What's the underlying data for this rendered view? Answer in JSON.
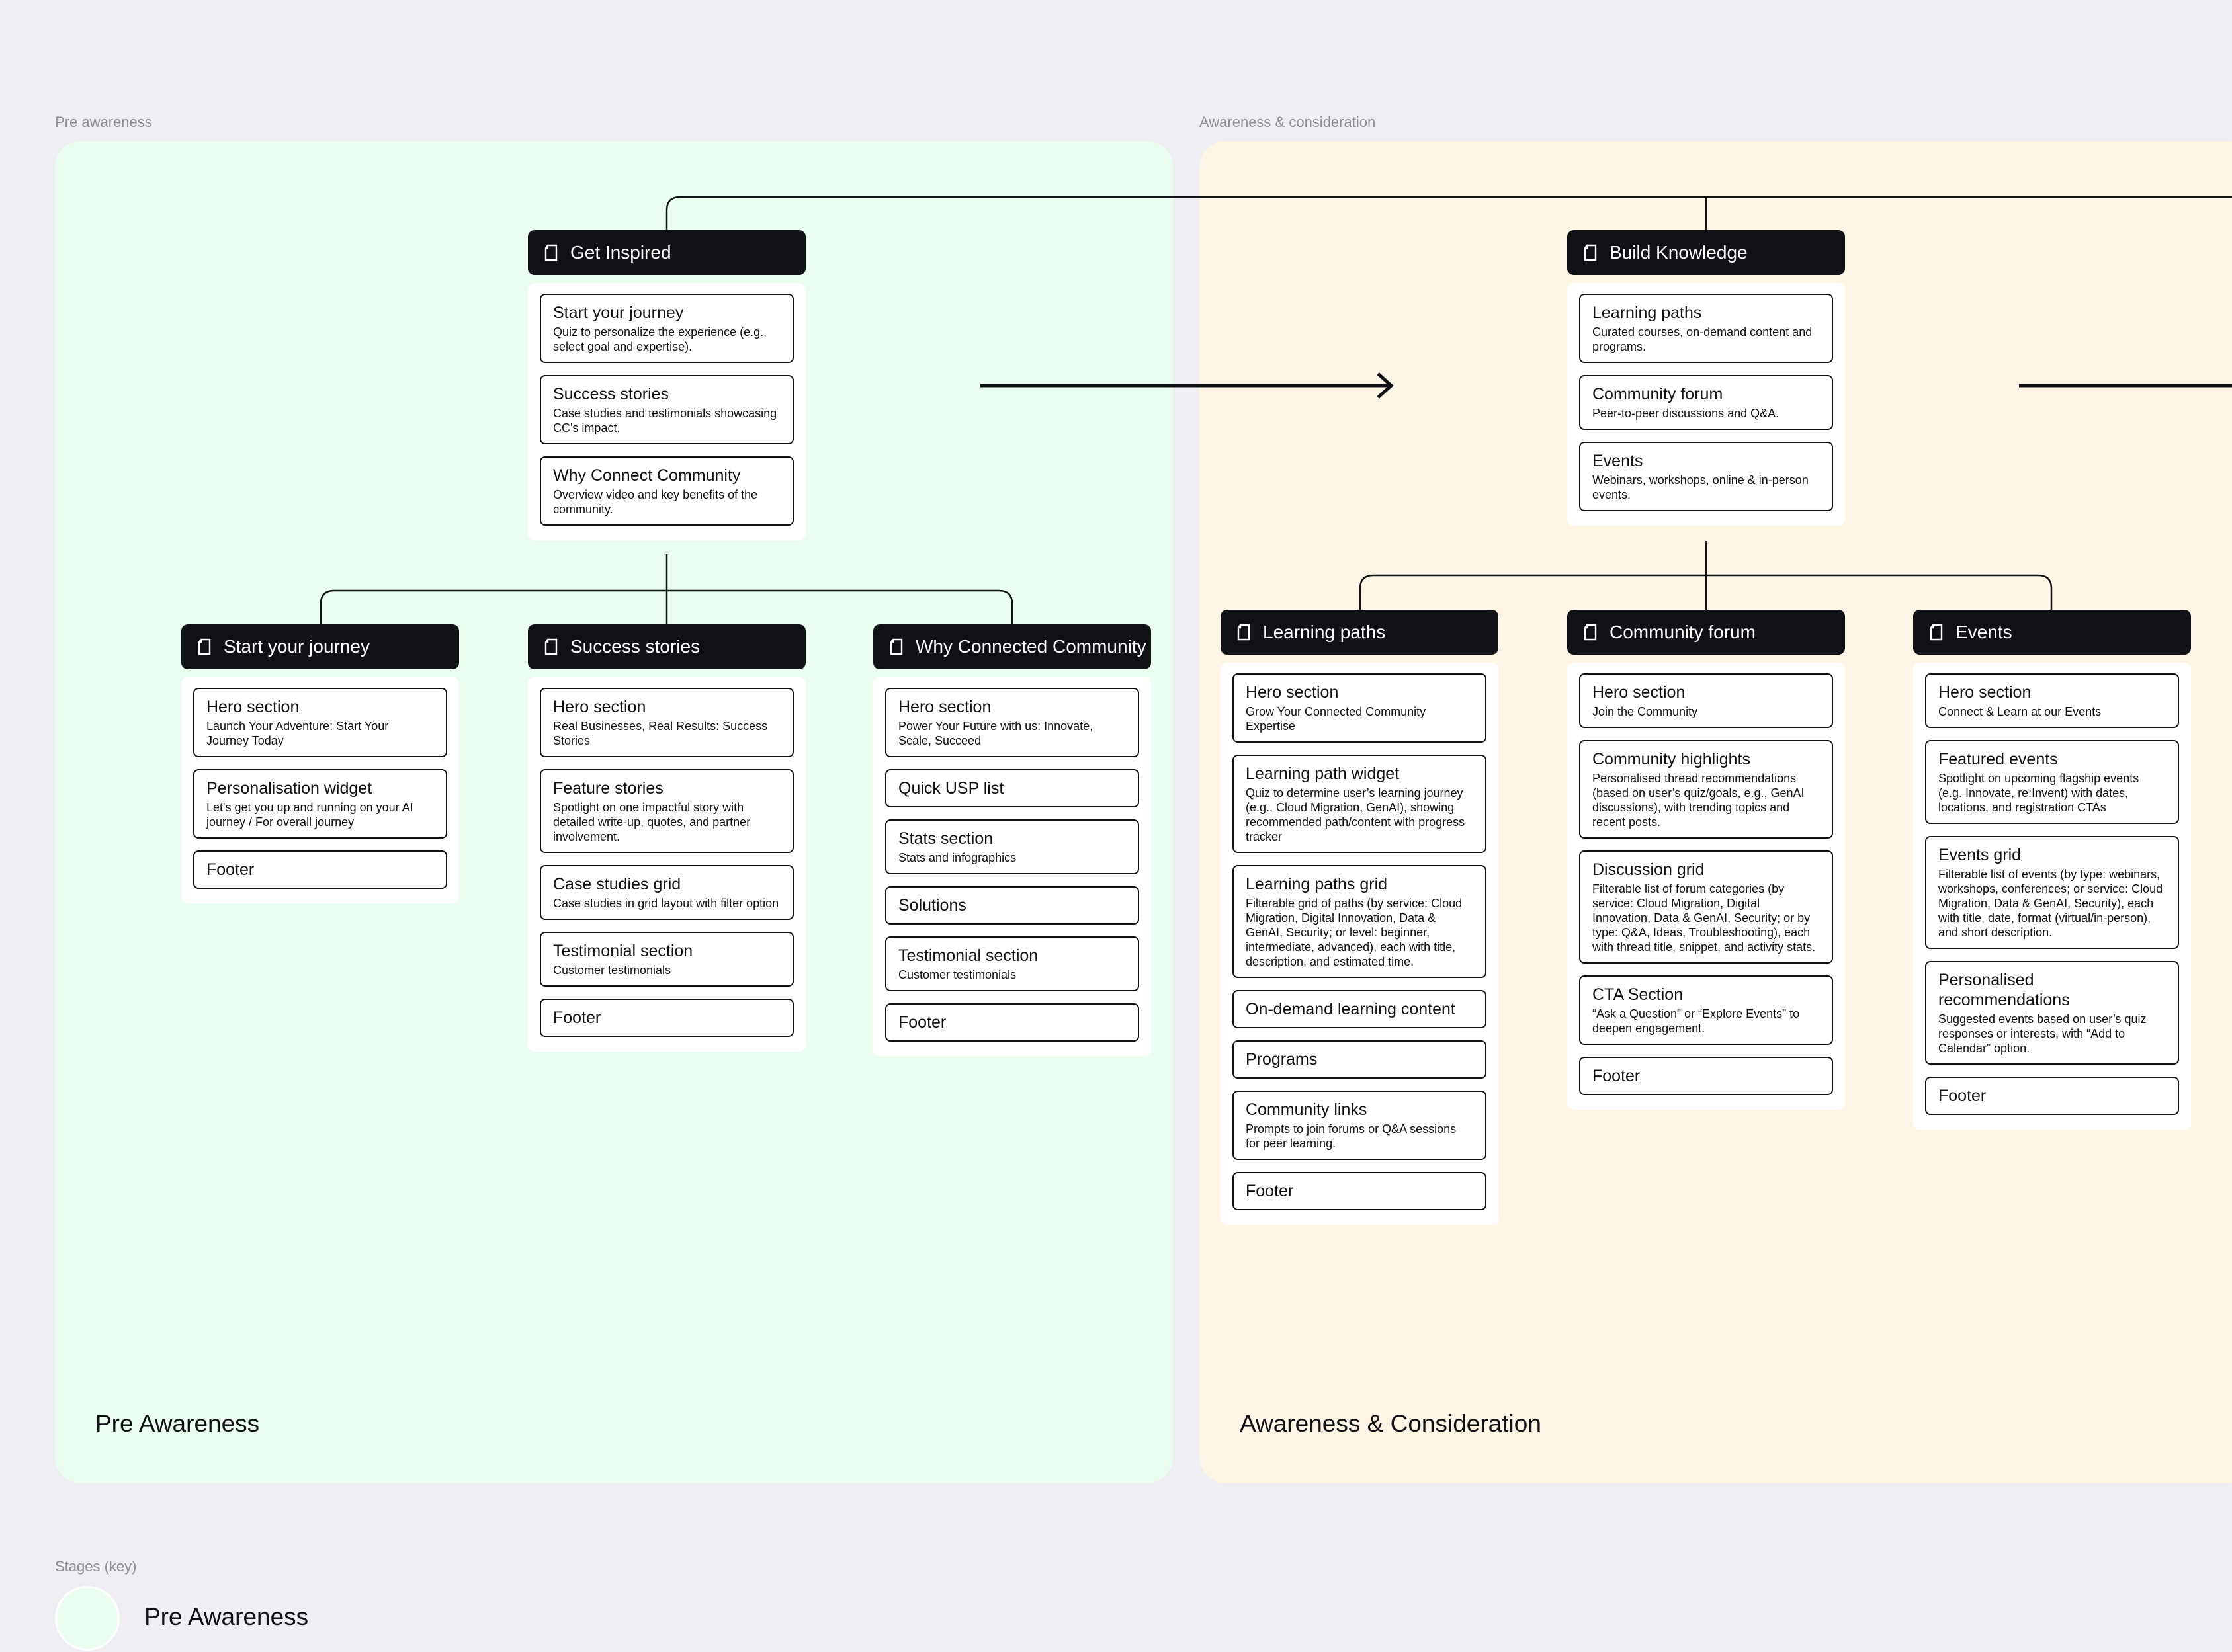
{
  "frames": {
    "pre_awareness_label": "Pre awareness",
    "awareness_label": "Awareness & consideration",
    "stages_key_label": "Stages (key)"
  },
  "colors": {
    "canvas": "#efeff3",
    "pre_awareness_region": "#eafdf0",
    "awareness_region": "#fdf6e6",
    "node_header": "#0f1115"
  },
  "regions": {
    "pre_awareness_title": "Pre Awareness",
    "awareness_title": "Awareness & Consideration"
  },
  "legend": {
    "item_label": "Pre Awareness"
  },
  "nodes": {
    "get_inspired": {
      "title": "Get Inspired",
      "icon": "page-icon",
      "cards": [
        {
          "title": "Start your journey",
          "desc": "Quiz to personalize the experience (e.g., select goal and expertise)."
        },
        {
          "title": "Success stories",
          "desc": "Case studies and testimonials showcasing CC's impact."
        },
        {
          "title": "Why Connect Community",
          "desc": "Overview video and key benefits of the community."
        }
      ]
    },
    "start_journey": {
      "title": "Start your journey",
      "icon": "page-icon",
      "cards": [
        {
          "title": "Hero section",
          "desc": "Launch Your Adventure: Start Your Journey Today"
        },
        {
          "title": "Personalisation widget",
          "desc": "Let's get you up and running on your AI journey / For overall journey"
        },
        {
          "title": "Footer",
          "desc": ""
        }
      ]
    },
    "success_stories": {
      "title": "Success stories",
      "icon": "page-icon",
      "cards": [
        {
          "title": "Hero section",
          "desc": "Real Businesses, Real Results: Success Stories"
        },
        {
          "title": "Feature stories",
          "desc": "Spotlight on one impactful story with detailed write-up, quotes, and partner involvement."
        },
        {
          "title": "Case studies grid",
          "desc": "Case studies in grid layout with filter option"
        },
        {
          "title": "Testimonial section",
          "desc": "Customer testimonials"
        },
        {
          "title": "Footer",
          "desc": ""
        }
      ]
    },
    "why_connected": {
      "title": "Why Connected Community",
      "icon": "page-icon",
      "cards": [
        {
          "title": "Hero section",
          "desc": "Power Your Future with us: Innovate, Scale, Succeed"
        },
        {
          "title": "Quick USP list",
          "desc": ""
        },
        {
          "title": "Stats section",
          "desc": "Stats and infographics"
        },
        {
          "title": "Solutions",
          "desc": ""
        },
        {
          "title": "Testimonial section",
          "desc": "Customer testimonials"
        },
        {
          "title": "Footer",
          "desc": ""
        }
      ]
    },
    "build_knowledge": {
      "title": "Build Knowledge",
      "icon": "page-icon",
      "cards": [
        {
          "title": "Learning paths",
          "desc": "Curated courses, on-demand content and programs."
        },
        {
          "title": "Community forum",
          "desc": "Peer-to-peer discussions and Q&A."
        },
        {
          "title": "Events",
          "desc": "Webinars, workshops, online & in-person events."
        }
      ]
    },
    "learning_paths": {
      "title": "Learning paths",
      "icon": "page-icon",
      "cards": [
        {
          "title": "Hero section",
          "desc": "Grow Your Connected Community Expertise"
        },
        {
          "title": "Learning path widget",
          "desc": "Quiz to determine user’s learning journey (e.g., Cloud Migration, GenAI), showing recommended path/content with progress tracker"
        },
        {
          "title": "Learning paths grid",
          "desc": "Filterable grid of paths (by service: Cloud Migration, Digital Innovation, Data & GenAI, Security; or level: beginner, intermediate, advanced), each with title, description, and estimated time."
        },
        {
          "title": "On-demand learning content",
          "desc": ""
        },
        {
          "title": "Programs",
          "desc": ""
        },
        {
          "title": "Community links",
          "desc": "Prompts to join forums or Q&A sessions for peer learning."
        },
        {
          "title": "Footer",
          "desc": ""
        }
      ]
    },
    "community_forum": {
      "title": "Community forum",
      "icon": "page-icon",
      "cards": [
        {
          "title": "Hero section",
          "desc": "Join the Community"
        },
        {
          "title": "Community highlights",
          "desc": "Personalised thread recommendations (based on user’s quiz/goals, e.g., GenAI discussions), with trending topics and recent posts."
        },
        {
          "title": "Discussion grid",
          "desc": "Filterable list of forum categories (by service: Cloud Migration, Digital Innovation, Data & GenAI, Security; or by type: Q&A, Ideas, Troubleshooting), each with thread title, snippet, and activity stats."
        },
        {
          "title": "CTA Section",
          "desc": "“Ask a Question” or “Explore Events” to deepen engagement."
        },
        {
          "title": "Footer",
          "desc": ""
        }
      ]
    },
    "events": {
      "title": "Events",
      "icon": "page-icon",
      "cards": [
        {
          "title": "Hero section",
          "desc": "Connect & Learn at our Events"
        },
        {
          "title": "Featured events",
          "desc": "Spotlight on upcoming flagship events (e.g. Innovate, re:Invent) with dates, locations, and registration CTAs"
        },
        {
          "title": "Events grid",
          "desc": "Filterable list of events (by type: webinars, workshops, conferences; or service: Cloud Migration, Data & GenAI, Security), each with title, date, format (virtual/in-person), and short description."
        },
        {
          "title": "Personalised recommendations",
          "desc": "Suggested events based on user’s quiz responses or interests, with “Add to Calendar” option."
        },
        {
          "title": "Footer",
          "desc": ""
        }
      ]
    }
  }
}
